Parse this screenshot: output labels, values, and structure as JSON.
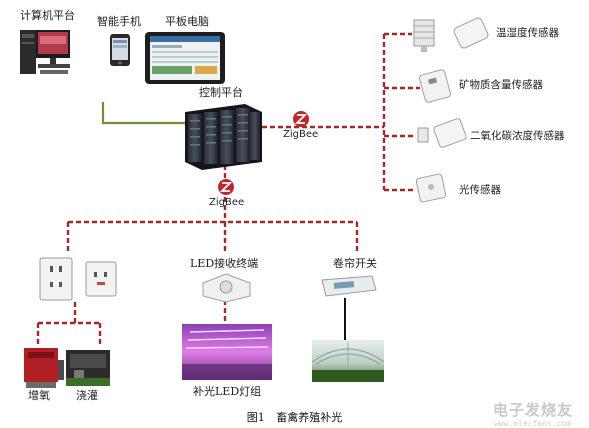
{
  "labels": {
    "pc_platform": "计算机平台",
    "smartphone": "智能手机",
    "tablet": "平板电脑",
    "control_platform": "控制平台",
    "zigbee_right": "ZigBee",
    "zigbee_center": "ZigBee",
    "humidity_sensor": "温湿度传感器",
    "mineral_sensor": "矿物质含量传感器",
    "co2_sensor": "二氧化碳浓度传感器",
    "light_sensor": "光传感器",
    "led_receiver": "LED接收终端",
    "curtain_switch": "卷帘开关",
    "oxygen": "增氧",
    "irrigation": "浇灌",
    "led_group": "补光LED灯组"
  },
  "caption": {
    "figure_no": "图1",
    "title": "畜禽养殖补光"
  },
  "watermark": {
    "text": "电子发烧友",
    "url": "www.elecfans.com"
  },
  "colors": {
    "link_dashed": "#a8262a",
    "link_solid": "#6f8f3a",
    "zigbee_red": "#c0272d"
  }
}
